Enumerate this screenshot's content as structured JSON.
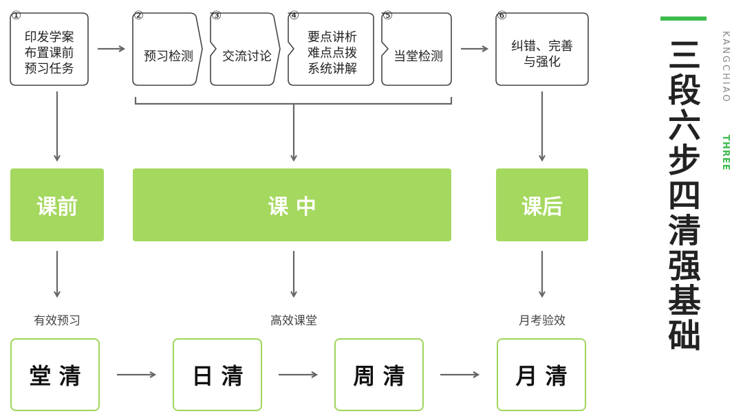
{
  "colors": {
    "green": "#a5d85f",
    "green_border": "#9fd55a",
    "accent_green": "#3dbb4d",
    "arrow_gray": "#666666",
    "box_border": "#444444"
  },
  "steps": [
    {
      "num": "①",
      "text": "印发学案\n布置课前\n预习任务"
    },
    {
      "num": "②",
      "text": "预习检测"
    },
    {
      "num": "③",
      "text": "交流讨论"
    },
    {
      "num": "④",
      "text": "要点讲析\n难点点拨\n系统讲解"
    },
    {
      "num": "⑤",
      "text": "当堂检测"
    },
    {
      "num": "⑥",
      "text": "纠错、完善\n与强化"
    }
  ],
  "phases": [
    {
      "label": "课前"
    },
    {
      "label": "课 中"
    },
    {
      "label": "课后"
    }
  ],
  "mid_labels": [
    "有效预习",
    "高效课堂",
    "月考验效"
  ],
  "results": [
    "堂 清",
    "日 清",
    "周 清",
    "月 清"
  ],
  "side": {
    "title_chars": [
      "三",
      "段",
      "六",
      "步",
      "四",
      "清",
      "强",
      "基",
      "础"
    ],
    "english": "KANGCHIAO",
    "tag": "THREE"
  }
}
